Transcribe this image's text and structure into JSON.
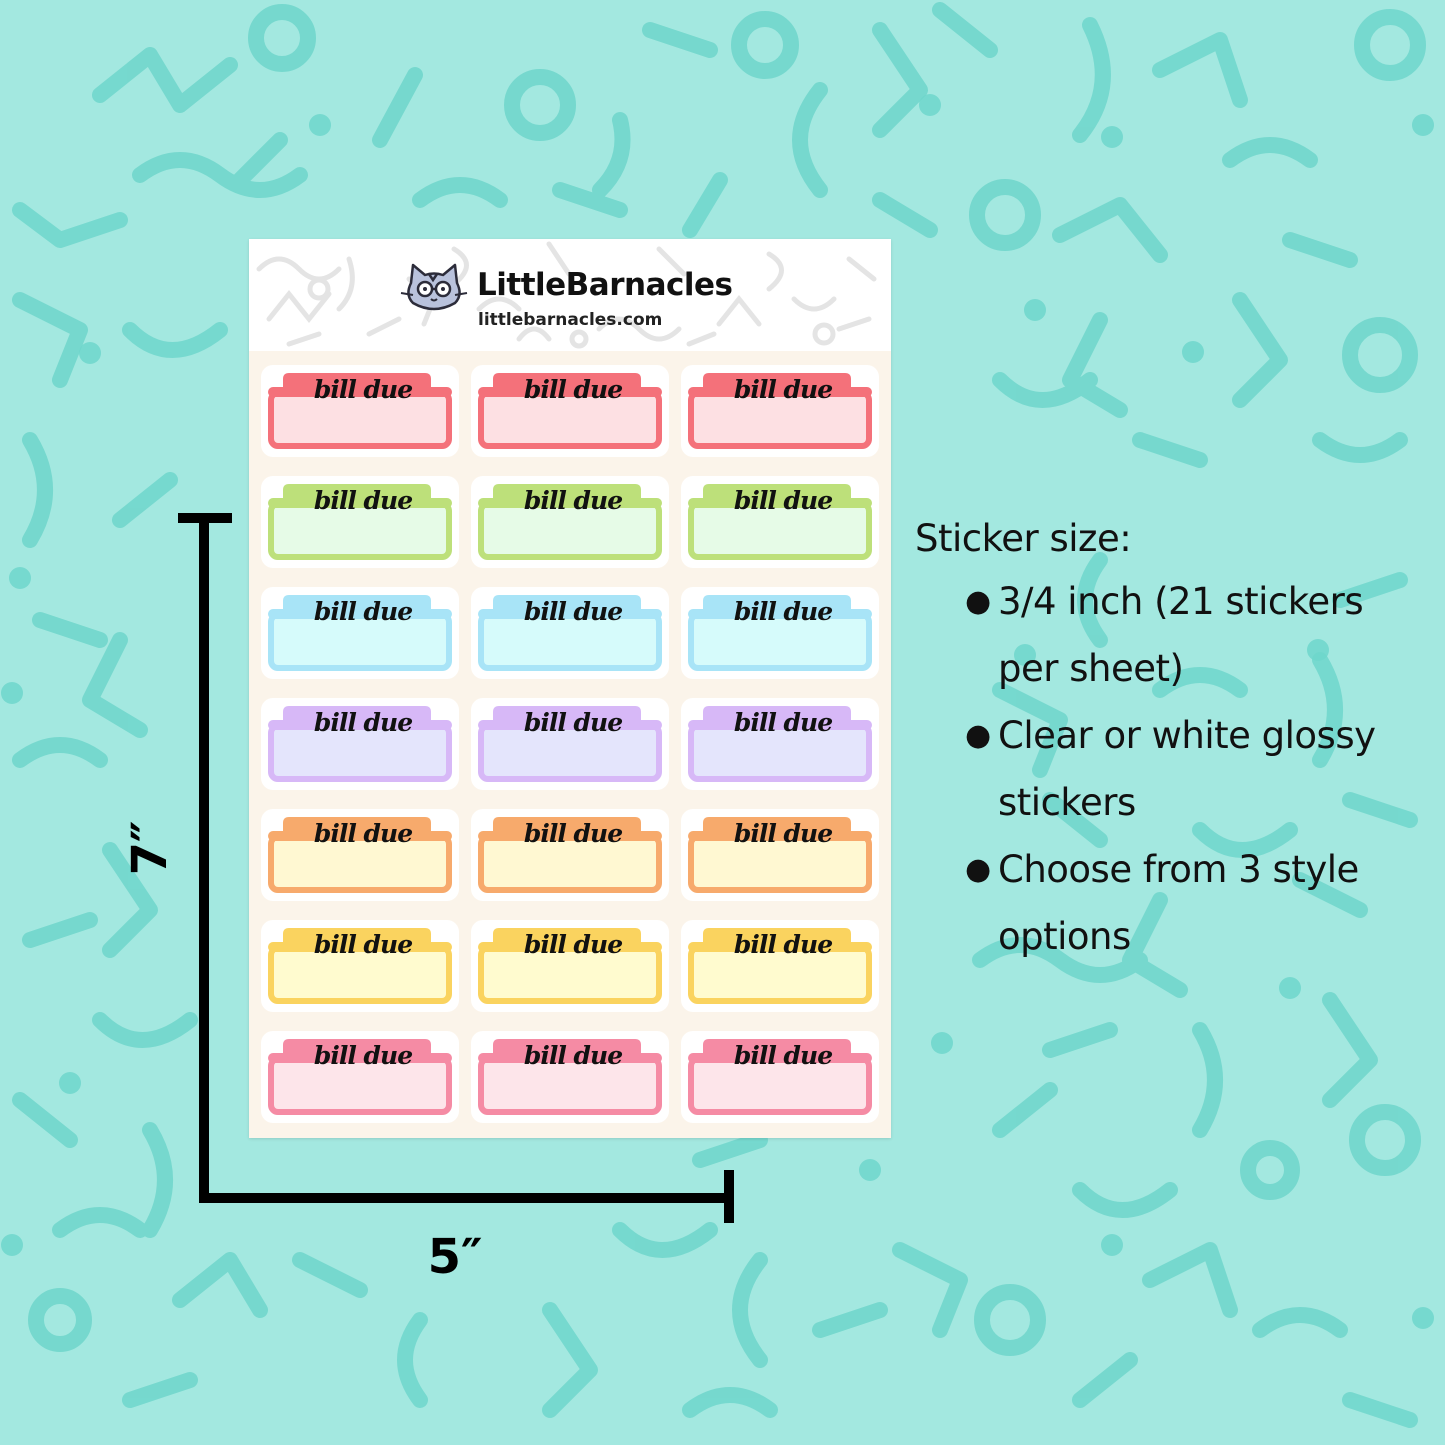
{
  "brand": {
    "name": "LittleBarnacles",
    "url": "littlebarnacles.com",
    "logo_icon": "cat-with-glasses-icon"
  },
  "sheet": {
    "sticker_text": "bill due",
    "rows": [
      {
        "accent": "#f4717a",
        "fill": "#fde0e3"
      },
      {
        "accent": "#bde07a",
        "fill": "#e6fbe7"
      },
      {
        "accent": "#a8e4f7",
        "fill": "#d6fbfb"
      },
      {
        "accent": "#d7b8f7",
        "fill": "#e4e5fc"
      },
      {
        "accent": "#f7aa6c",
        "fill": "#fff8d2"
      },
      {
        "accent": "#fad35f",
        "fill": "#fffbcf"
      },
      {
        "accent": "#f58ba4",
        "fill": "#fde5ea"
      }
    ]
  },
  "dimensions": {
    "height": "7″",
    "width": "5″"
  },
  "info": {
    "title": "Sticker size:",
    "items": [
      "3/4 inch (21 stickers per sheet)",
      "Clear or white glossy stickers",
      "Choose from 3 style options"
    ]
  },
  "colors": {
    "background": "#a3e8e0",
    "pattern": "#6fd6cb",
    "sheet": "#fbf4ea"
  }
}
